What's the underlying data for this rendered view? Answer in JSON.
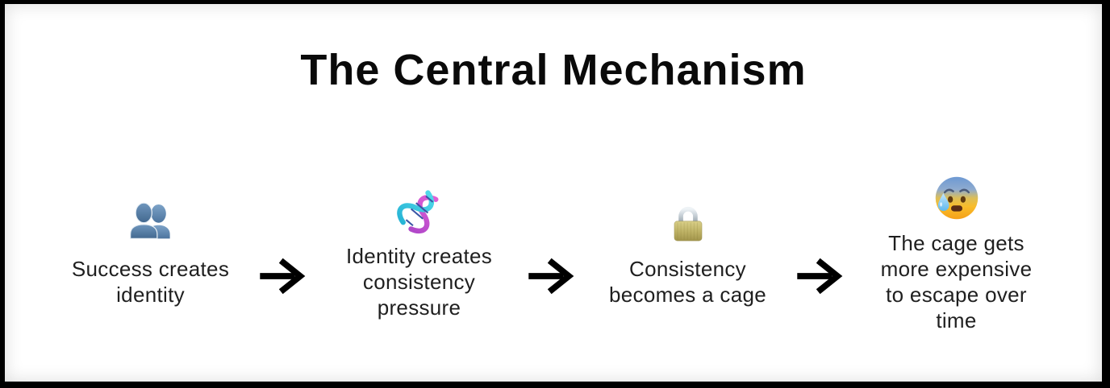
{
  "title": "The Central Mechanism",
  "steps": [
    {
      "icon": "busts-in-silhouette-icon",
      "label": "Success creates\nidentity"
    },
    {
      "icon": "dna-icon",
      "label": "Identity creates\nconsistency\npressure"
    },
    {
      "icon": "locked-padlock-icon",
      "label": "Consistency\nbecomes a cage"
    },
    {
      "icon": "anxious-face-with-sweat-icon",
      "label": "The cage gets\nmore expensive\nto escape over\ntime"
    }
  ],
  "arrow": {
    "name": "right-arrow",
    "glyph": "→"
  },
  "colors": {
    "background": "#ffffff",
    "frame_border": "#000000",
    "title_text": "#0a0a0a",
    "body_text": "#1f1f1f",
    "arrow": "#000000",
    "people_blue": "#5d84ab",
    "dna_cyan": "#35c3d8",
    "dna_magenta": "#c94fc3",
    "lock_gold": "#bdb164",
    "lock_shackle_silver": "#c3ccd3",
    "face_blue_top": "#6d99d3",
    "face_orange_bottom": "#f5a019",
    "sweat_drop_blue": "#8ccdf2"
  }
}
